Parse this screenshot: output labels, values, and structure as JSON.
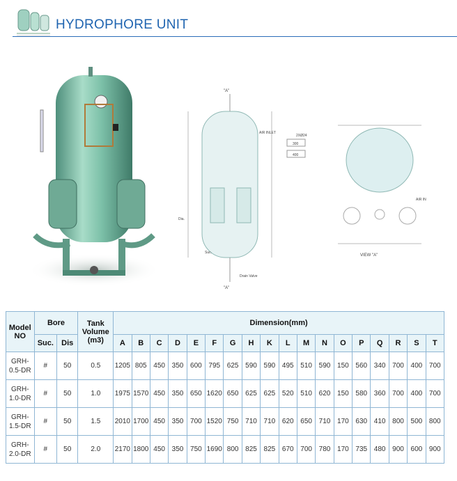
{
  "header": {
    "title": "HYDROPHORE UNIT"
  },
  "drawing": {
    "front_labels": {
      "view_mark_top": "\"A\"",
      "view_mark_bottom": "\"A\"",
      "air_inlet": "AIR INLET",
      "drain_valve": "Drain Valve",
      "dia": "Dia.",
      "size_label": "2XØ24",
      "dim_300": "300",
      "dim_400": "400",
      "suc": "Suc."
    },
    "view_a_labels": {
      "title": "VIEW \"A\"",
      "air_in": "AIR IN"
    }
  },
  "table": {
    "header": {
      "model": "Model",
      "model_no": "NO",
      "bore": "Bore",
      "tank": "Tank",
      "volume": "Volume",
      "unit": "(m3)",
      "dimension": "Dimension(mm)",
      "suc": "Suc.",
      "dis": "Dis"
    },
    "dim_letters": [
      "A",
      "B",
      "C",
      "D",
      "E",
      "F",
      "G",
      "H",
      "K",
      "L",
      "M",
      "N",
      "O",
      "P",
      "Q",
      "R",
      "S",
      "T"
    ],
    "rows": [
      {
        "model1": "GRH-",
        "model2": "0.5-DR",
        "suc": "#",
        "dis": "50",
        "vol": "0.5",
        "dims": [
          "1205",
          "805",
          "450",
          "350",
          "600",
          "795",
          "625",
          "590",
          "590",
          "495",
          "510",
          "590",
          "150",
          "560",
          "340",
          "700",
          "400",
          "700"
        ]
      },
      {
        "model1": "GRH-",
        "model2": "1.0-DR",
        "suc": "#",
        "dis": "50",
        "vol": "1.0",
        "dims": [
          "1975",
          "1570",
          "450",
          "350",
          "650",
          "1620",
          "650",
          "625",
          "625",
          "520",
          "510",
          "620",
          "150",
          "580",
          "360",
          "700",
          "400",
          "700"
        ]
      },
      {
        "model1": "GRH-",
        "model2": "1.5-DR",
        "suc": "#",
        "dis": "50",
        "vol": "1.5",
        "dims": [
          "2010",
          "1700",
          "450",
          "350",
          "700",
          "1520",
          "750",
          "710",
          "710",
          "620",
          "650",
          "710",
          "170",
          "630",
          "410",
          "800",
          "500",
          "800"
        ]
      },
      {
        "model1": "GRH-",
        "model2": "2.0-DR",
        "suc": "#",
        "dis": "50",
        "vol": "2.0",
        "dims": [
          "2170",
          "1800",
          "450",
          "350",
          "750",
          "1690",
          "800",
          "825",
          "825",
          "670",
          "700",
          "780",
          "170",
          "735",
          "480",
          "900",
          "600",
          "900"
        ]
      }
    ]
  }
}
